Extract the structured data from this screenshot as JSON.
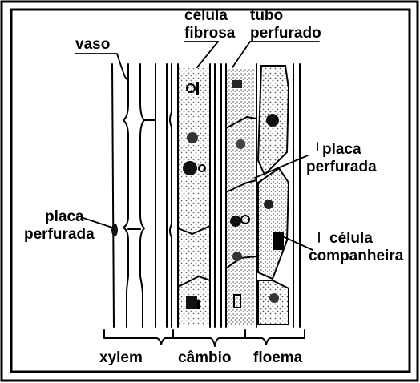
{
  "labels": {
    "vaso": "vaso",
    "celula_fibrosa_1": "célula",
    "celula_fibrosa_2": "fibrosa",
    "tubo_perfurado_1": "tubo",
    "tubo_perfurado_2": "perfurado",
    "placa_left_1": "placa",
    "placa_left_2": "perfurada",
    "placa_right_1": "placa",
    "placa_right_2": "perfurada",
    "celula_companheira_1": "célula",
    "celula_companheira_2": "companheira"
  },
  "regions": {
    "xylem": "xylem",
    "cambio": "câmbio",
    "floema": "floema"
  }
}
